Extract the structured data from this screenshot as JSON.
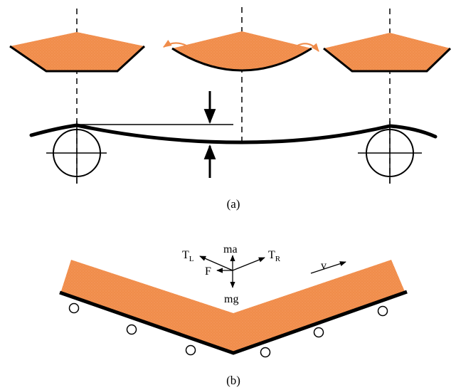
{
  "colors": {
    "material": "#F08C4A",
    "material_dot": "#F7A56E",
    "arrow_accent": "#F08C4A",
    "line": "#000000"
  },
  "panel_a": {
    "caption": "(a)"
  },
  "panel_b": {
    "caption": "(b)",
    "forces": {
      "ma": "ma",
      "tl_main": "T",
      "tl_sub": "L",
      "tr_main": "T",
      "tr_sub": "R",
      "f": "F",
      "mg": "mg"
    },
    "velocity": "v"
  }
}
